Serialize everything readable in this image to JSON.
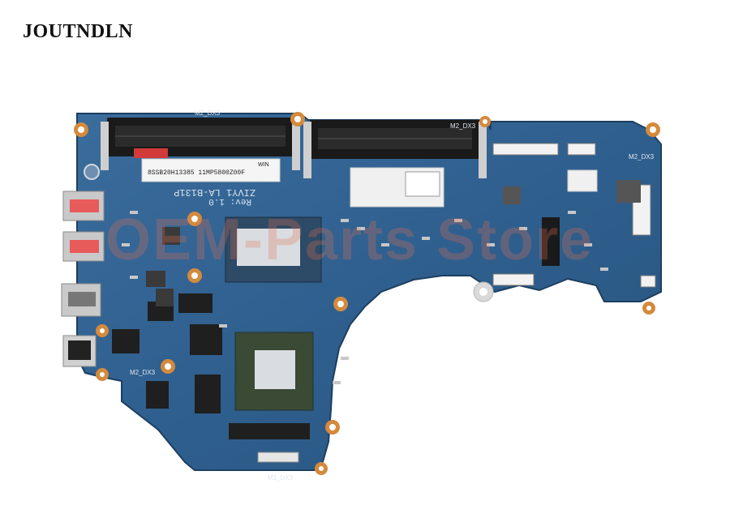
{
  "brand": {
    "name": "JOUTNDLN"
  },
  "watermark": {
    "text": "OEM-Parts Store"
  },
  "board": {
    "model_label": "ZIVY1 LA-B131P",
    "revision": "Rev: 1.0",
    "serial_sticker": "8SSB20H13385 11MP5800Z00F",
    "sticker_suffix": "WIN",
    "hole_labels": [
      "M2_DX3",
      "M2_DX3",
      "M2_DX3",
      "M2_DX3",
      "M2_DX3"
    ],
    "colors": {
      "pcb": "#2f5f8e",
      "pcb_dark": "#244c74",
      "pad": "#d48a3c",
      "chip": "#2a2a2a",
      "socket": "#111111",
      "thermal_pad": "#d9dde2"
    }
  }
}
